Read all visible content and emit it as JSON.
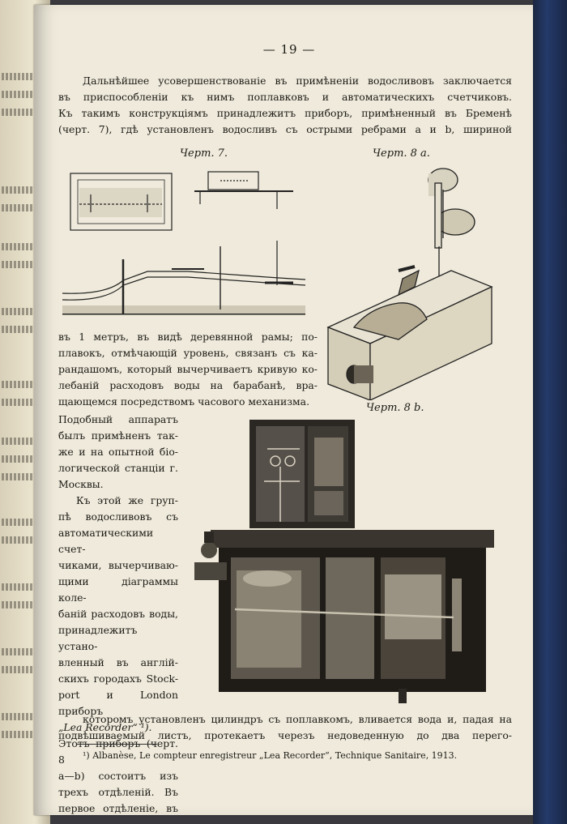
{
  "page": {
    "number": "— 19 —",
    "intro_lines": [
      "Дальнѣйшее усовершенствованіе въ примѣненіи водосливовъ заключается",
      "въ приспособленіи къ нимъ поплавковъ и автоматическихъ счетчиковъ.",
      "Къ такимъ конструкціямъ принадлежитъ приборъ, примѣненный въ Бременѣ",
      "(черт. 7), гдѣ установленъ водосливъ съ острыми ребрами a и b, шириной"
    ],
    "captions": {
      "fig7": "Черт. 7.",
      "fig8a": "Черт. 8 a.",
      "fig8b": "Черт. 8 b."
    },
    "middle_lines": [
      "въ 1 метръ, въ видѣ деревянной рамы; по-",
      "плавокъ, отмѣчающій уровень, связанъ съ ка-",
      "рандашомъ, который вычерчиваетъ кривую ко-",
      "лебаній расходовъ воды на барабанѣ, вра-",
      "щающемся посредствомъ часового механизма."
    ],
    "column_lines": [
      "Подобный аппаратъ",
      "былъ примѣненъ так-",
      "же и на опытной біо-",
      "логической станціи г.",
      "Москвы.",
      "Къ этой же груп-",
      "пѣ водосливовъ съ",
      "автоматическими счет-",
      "чиками, вычерчиваю-",
      "щими діаграммы коле-",
      "баній расходовъ воды,",
      "принадлежитъ устано-",
      "вленный въ англій-",
      "скихъ городахъ Stock-",
      "port и London приборъ",
      "„Lea Recorder“ ¹).",
      "Этотъ приборъ (черт. 8",
      "a—b) состоитъ изъ",
      "трехъ отдѣленій. Въ",
      "первое отдѣленіе, въ"
    ],
    "bottom_lines": [
      "которомъ установленъ цилиндръ съ поплавкомъ, вливается вода и, падая на",
      "подвѣшиваемый листъ, протекаетъ черезъ недоведенную до два перего-"
    ],
    "footnote": "¹) Albanèse, Le compteur enregistreur „Lea Recorder“, Technique Sanitaire, 1913."
  }
}
